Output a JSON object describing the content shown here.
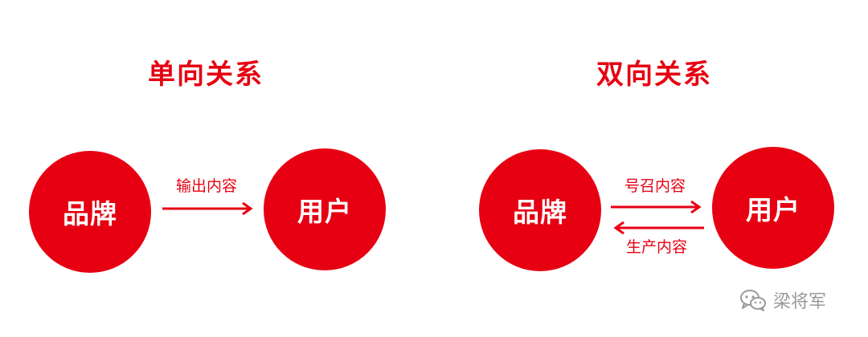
{
  "colors": {
    "accent": "#e60012",
    "circle_text": "#ffffff",
    "watermark": "#9a9a9a"
  },
  "left_diagram": {
    "title": "单向关系",
    "source_node": "品牌",
    "target_node": "用户",
    "arrow_label": "输出内容"
  },
  "right_diagram": {
    "title": "双向关系",
    "source_node": "品牌",
    "target_node": "用户",
    "forward_label": "号召内容",
    "backward_label": "生产内容"
  },
  "watermark": {
    "icon": "wechat-icon",
    "text": "梁将军"
  }
}
